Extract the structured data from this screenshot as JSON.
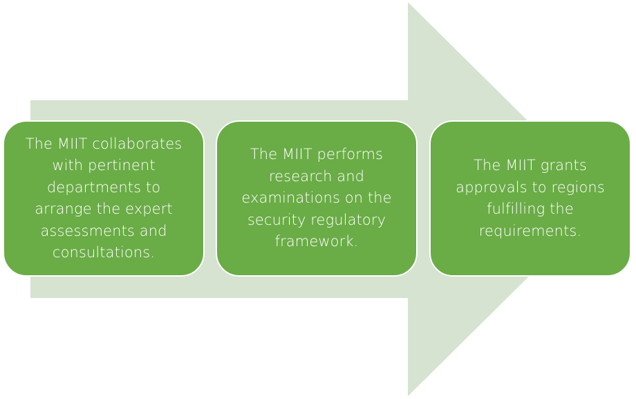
{
  "diagram": {
    "type": "process-arrow",
    "colors": {
      "arrow_fill": "#d5e3d0",
      "box_fill": "#6aac46",
      "box_border": "#ffffff",
      "text": "#ffffff",
      "background": "#ffffff"
    },
    "steps": [
      {
        "label": "The MIIT collaborates with pertinent departments to arrange the expert assessments and consultations."
      },
      {
        "label": "The MIIT performs research and examinations on the security regulatory framework."
      },
      {
        "label": "The MIIT grants approvals to regions fulfilling the requirements."
      }
    ]
  }
}
